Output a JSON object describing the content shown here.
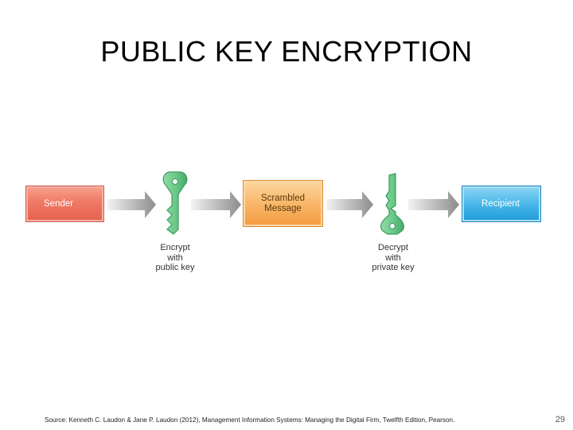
{
  "slide": {
    "title": "PUBLIC KEY ENCRYPTION",
    "source": "Source: Kenneth C. Laudon & Jane P. Laudon (2012),  Management Information Systems: Managing the Digital Firm, Twelfth Edition, Pearson.",
    "page_number": "29"
  },
  "diagram": {
    "sender": "Sender",
    "scrambled_line1": "Scrambled",
    "scrambled_line2": "Message",
    "recipient": "Recipient",
    "encrypt_caption": [
      "Encrypt",
      "with",
      "public key"
    ],
    "decrypt_caption": [
      "Decrypt",
      "with",
      "private key"
    ],
    "key_color": "#6cc98a",
    "arrow_color": "#8c8c8c"
  }
}
